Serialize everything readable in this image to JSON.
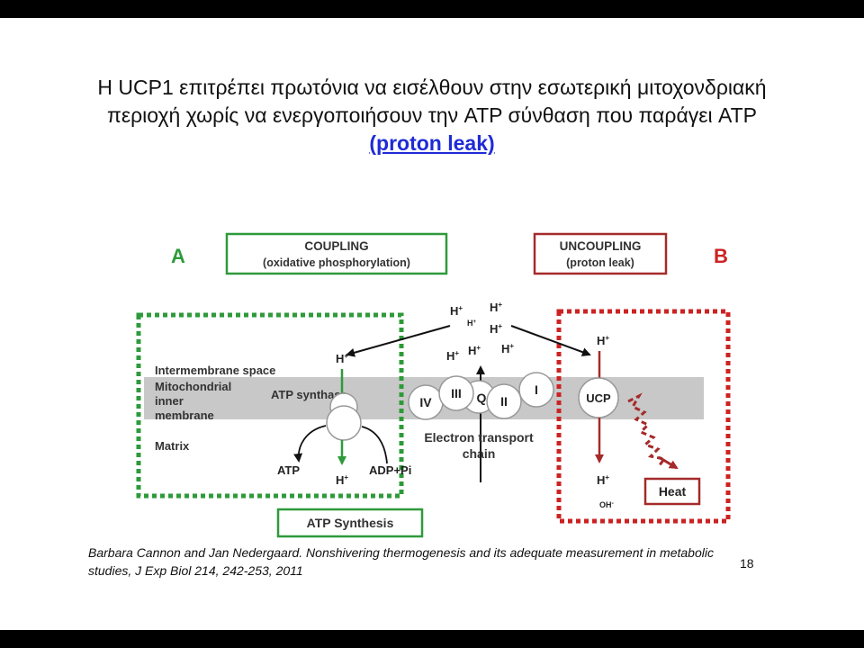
{
  "slide": {
    "title_text": "Η UCP1 επιτρέπει πρωτόνια να εισέλθουν στην εσωτερική μιτοχονδριακή περιοχή χωρίς να ενεργοποιήσουν την ATP σύνθαση που παράγει ATP ",
    "title_link": "(proton leak)",
    "citation": "Barbara Cannon and Jan Nedergaard. Nonshivering thermogenesis and its adequate measurement in metabolic studies, J  Exp Biol 214, 242-253, 2011",
    "page_number": "18"
  },
  "diagram": {
    "panel_a_letter": "A",
    "panel_b_letter": "B",
    "coupling_title": "COUPLING",
    "coupling_subtitle": "(oxidative phosphorylation)",
    "uncoupling_title": "UNCOUPLING",
    "uncoupling_subtitle": "(proton leak)",
    "h_plus": "H",
    "plus": "+",
    "label_intermembrane": "Intermembrane space",
    "label_mito_1": "Mitochondrial",
    "label_mito_2": "inner",
    "label_mito_3": "membrane",
    "label_matrix": "Matrix",
    "atp_synthase": "ATP synthase",
    "atp": "ATP",
    "adp_pi": "ADP+Pi",
    "complexes": {
      "iv": "IV",
      "iii": "III",
      "q": "Q",
      "ii": "II",
      "i": "I"
    },
    "etc_line1": "Electron transport",
    "etc_line2": "chain",
    "ucp": "UCP",
    "oh": "OH",
    "minus": "-",
    "heat": "Heat",
    "atp_synthesis": "ATP  Synthesis"
  },
  "colors": {
    "green": "#2e9a3a",
    "red": "#cc2222",
    "dark_red": "#a52a2a",
    "membrane_gray": "#c8c8c8",
    "link_blue": "#1f2bd6"
  }
}
